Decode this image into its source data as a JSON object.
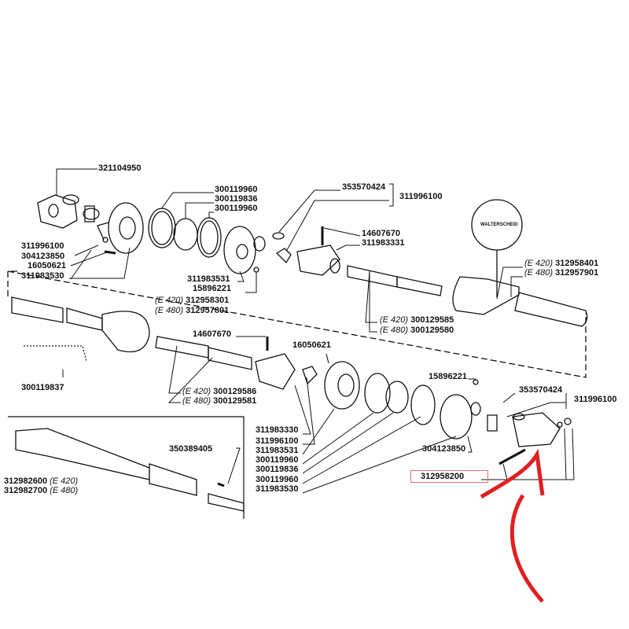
{
  "title": "Walterscheid PTO shaft exploded parts diagram",
  "logo_text": "WALTERSCHEID",
  "highlight_color": "#e02020",
  "labels": {
    "l1": "321104950",
    "l2": "300119960",
    "l3": "300119836",
    "l4": "300119960",
    "l5": "353570424",
    "l6": "311996100",
    "l7": "14607670",
    "l8": "311983331",
    "l9": "311996100",
    "l10": "304123850",
    "l11": "16050621",
    "l12": "311983530",
    "l13": "311983531",
    "l14": "15896221",
    "l15v": "(E 420)",
    "l15": "312958401",
    "l16v": "(E 480)",
    "l16": "312957901",
    "l17v": "(E 420)",
    "l17": "312958301",
    "l18v": "(E 480)",
    "l18": "312957801",
    "l19v": "(E 420)",
    "l19": "300129585",
    "l20v": "(E 480)",
    "l20": "300129580",
    "l21": "14607670",
    "l22": "16050621",
    "l23": "300119837",
    "l24v": "(E 420)",
    "l24": "300129586",
    "l25v": "(E 480)",
    "l25": "300129581",
    "l26": "15896221",
    "l27": "353570424",
    "l28": "311996100",
    "l29": "311983330",
    "l30": "311996100",
    "l31": "311983531",
    "l32": "300119960",
    "l33": "300119836",
    "l34": "300119960",
    "l35": "311983530",
    "l36": "304123850",
    "l37": "350389405",
    "l38": "312958200",
    "l39": "312982600",
    "l39v": "(E 420)",
    "l40": "312982700",
    "l40v": "(E 480)"
  }
}
